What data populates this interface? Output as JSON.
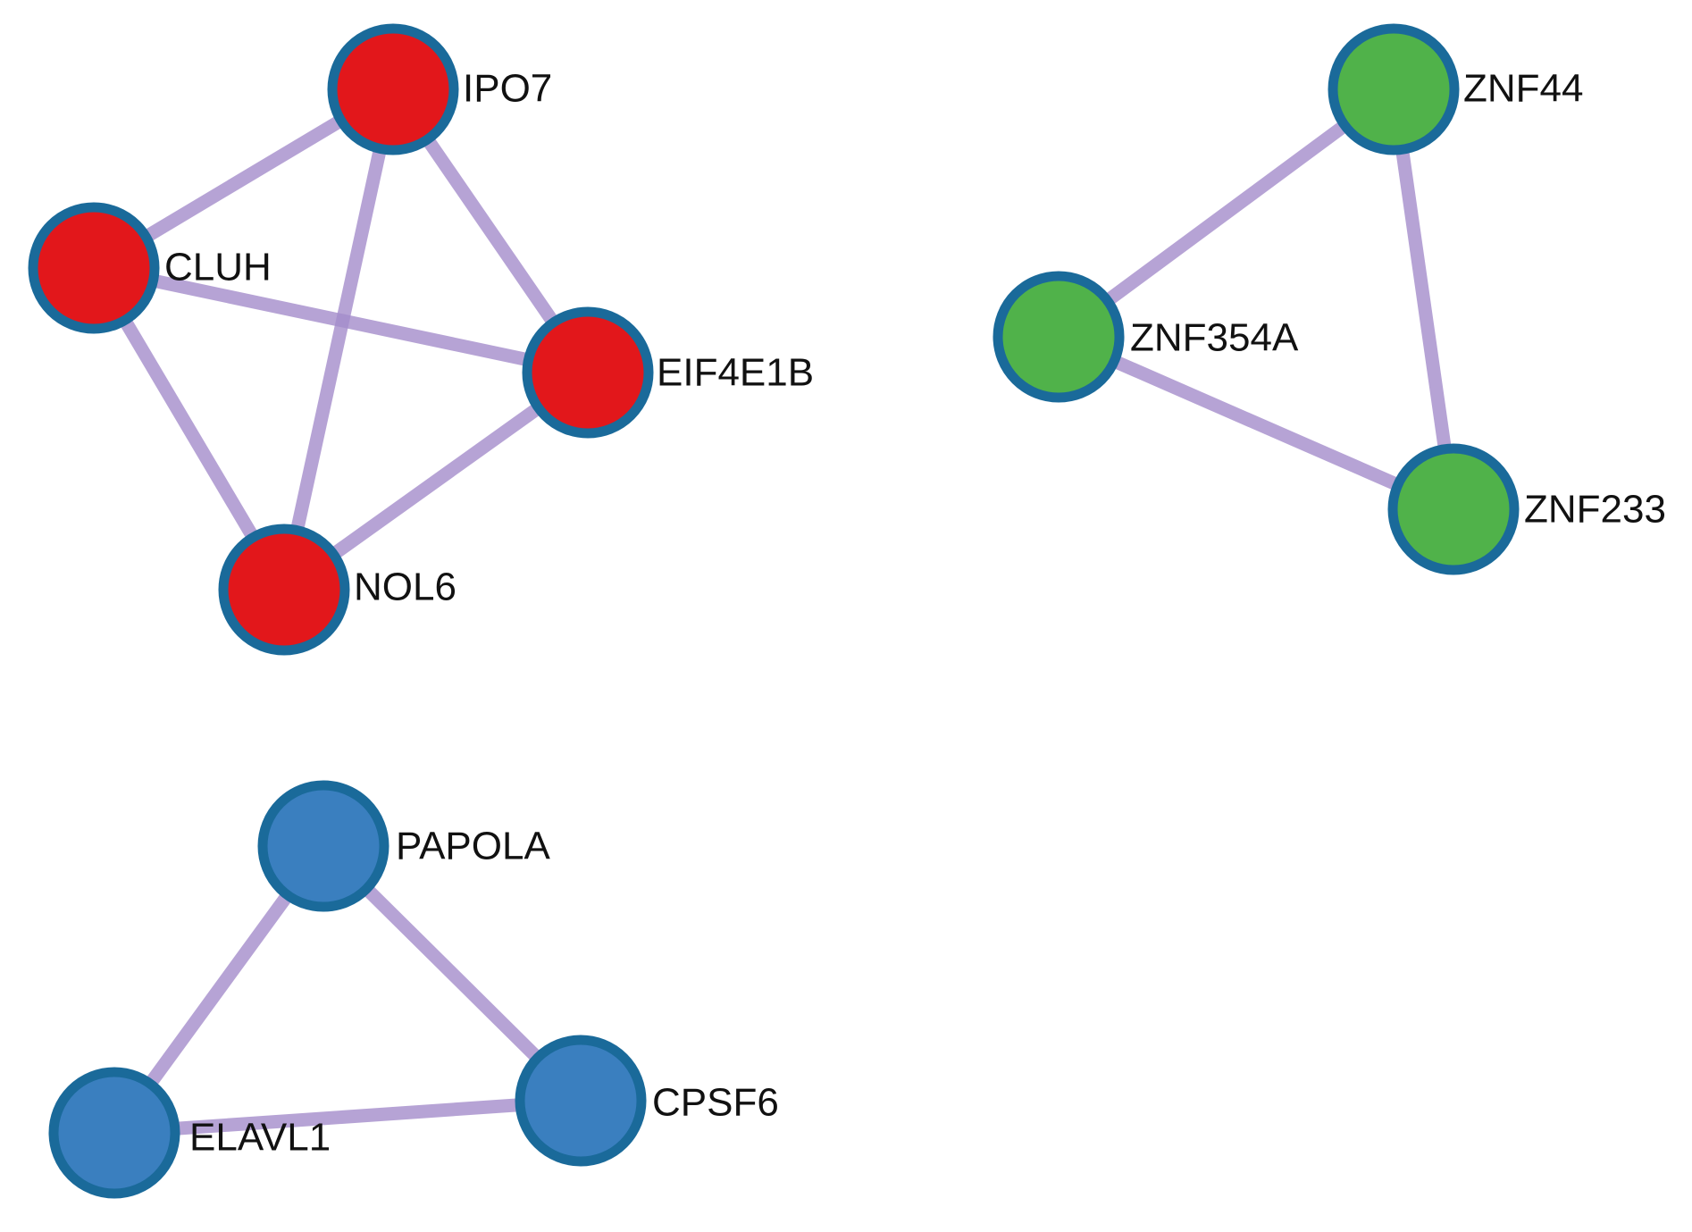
{
  "diagram": {
    "type": "network",
    "clusters": [
      {
        "id": "red",
        "color": "#e2171b",
        "nodes": [
          "IPO7",
          "CLUH",
          "EIF4E1B",
          "NOL6"
        ],
        "edges": [
          [
            "IPO7",
            "CLUH"
          ],
          [
            "IPO7",
            "EIF4E1B"
          ],
          [
            "IPO7",
            "NOL6"
          ],
          [
            "CLUH",
            "EIF4E1B"
          ],
          [
            "CLUH",
            "NOL6"
          ],
          [
            "EIF4E1B",
            "NOL6"
          ]
        ]
      },
      {
        "id": "green",
        "color": "#50b24a",
        "nodes": [
          "ZNF44",
          "ZNF354A",
          "ZNF233"
        ],
        "edges": [
          [
            "ZNF44",
            "ZNF354A"
          ],
          [
            "ZNF44",
            "ZNF233"
          ],
          [
            "ZNF354A",
            "ZNF233"
          ]
        ]
      },
      {
        "id": "blue",
        "color": "#3a7fbf",
        "nodes": [
          "PAPOLA",
          "ELAVL1",
          "CPSF6"
        ],
        "edges": [
          [
            "PAPOLA",
            "ELAVL1"
          ],
          [
            "PAPOLA",
            "CPSF6"
          ],
          [
            "ELAVL1",
            "CPSF6"
          ]
        ]
      }
    ],
    "edge_color": "#a48ccb",
    "node_border_color": "#1a6a9a"
  }
}
